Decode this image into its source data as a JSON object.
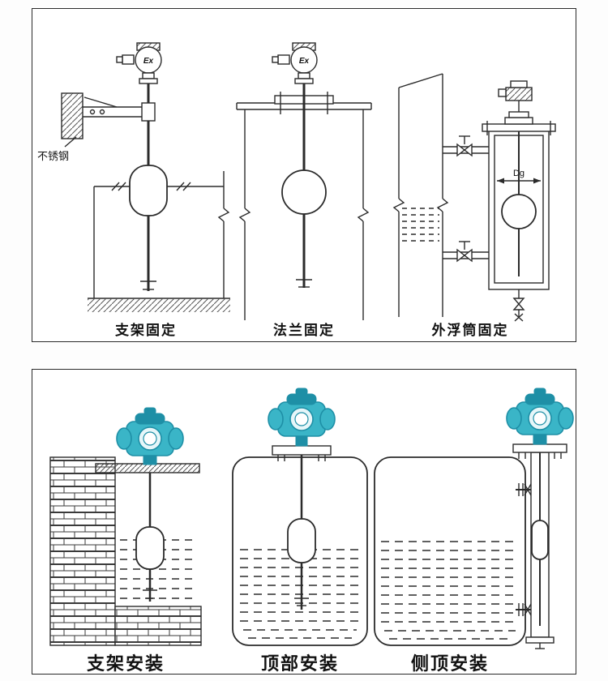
{
  "panels": {
    "mounting_styles": {
      "captions": [
        {
          "label": "支架固定"
        },
        {
          "label": "法兰固定"
        },
        {
          "label": "外浮筒固定"
        }
      ],
      "annotations": {
        "stainless_steel": "不锈钢",
        "ex_mark": "Ex",
        "dg_mark": "Dg"
      }
    },
    "installations": {
      "captions": [
        {
          "label": "支架安装"
        },
        {
          "label": "顶部安装"
        },
        {
          "label": "侧顶安装"
        }
      ]
    }
  },
  "colors": {
    "line": "#2b2b2b",
    "panel_border": "#2b2b2b",
    "transmitter_teal": "#3ab5c7",
    "transmitter_teal_dark": "#1e8fa6",
    "caption_color": "#111111"
  }
}
